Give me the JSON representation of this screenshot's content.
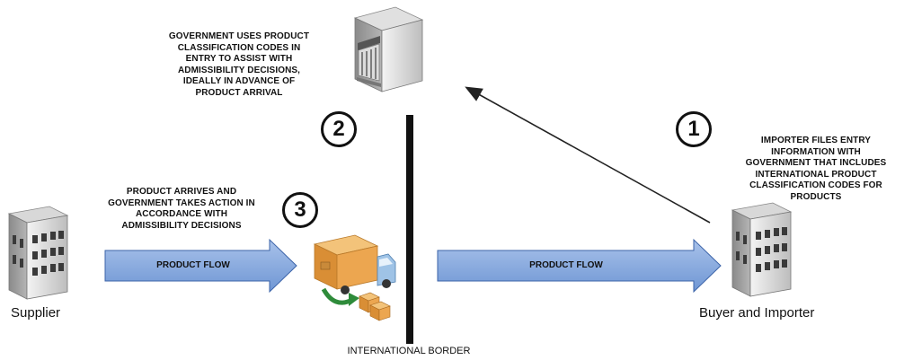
{
  "government": {
    "caption_lines": [
      "GOVERNMENT USES PRODUCT",
      "CLASSIFICATION CODES IN",
      "ENTRY TO ASSIST WITH",
      "ADMISSIBILITY DECISIONS,",
      "IDEALLY IN ADVANCE OF",
      "PRODUCT ARRIVAL"
    ],
    "step": "2",
    "icon": "government-building-icon"
  },
  "importer": {
    "caption_lines": [
      "IMPORTER FILES ENTRY",
      "INFORMATION WITH",
      "GOVERNMENT THAT INCLUDES",
      "INTERNATIONAL PRODUCT",
      "CLASSIFICATION CODES FOR",
      "PRODUCTS"
    ],
    "step": "1",
    "label": "Buyer and Importer",
    "icon": "importer-building-icon"
  },
  "supplier": {
    "label": "Supplier",
    "icon": "supplier-building-icon"
  },
  "arrival": {
    "caption_lines": [
      "PRODUCT ARRIVES AND",
      "GOVERNMENT TAKES ACTION IN",
      "ACCORDANCE WITH",
      "ADMISSIBILITY DECISIONS"
    ],
    "step": "3",
    "icon": "delivery-truck-icon"
  },
  "flows": {
    "left_label": "PRODUCT FLOW",
    "right_label": "PRODUCT FLOW"
  },
  "border": {
    "label": "INTERNATIONAL BORDER"
  },
  "colors": {
    "flow_fill": "#7fa4dc",
    "flow_stroke": "#3b63a8",
    "building_light": "#e8e8e8",
    "building_dark": "#9a9a9a",
    "truck_box": "#e8a24a",
    "arrow_green": "#2e8b3a"
  }
}
